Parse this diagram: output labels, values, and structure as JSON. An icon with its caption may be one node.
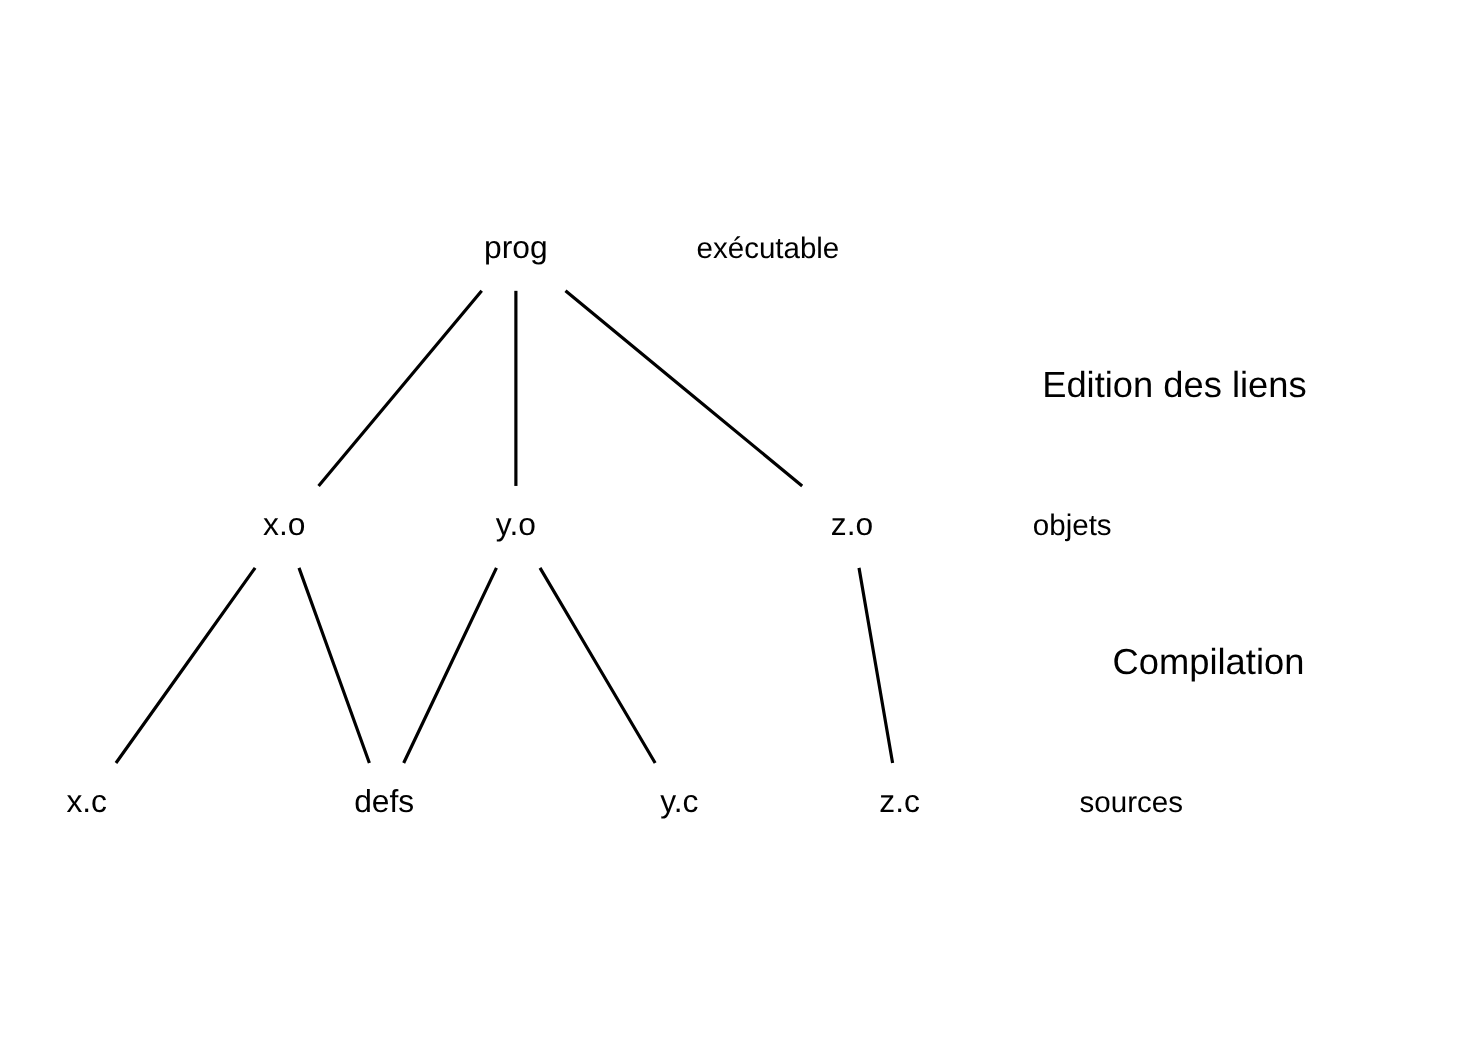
{
  "diagram": {
    "nodes": [
      {
        "text": [
          "prog"
        ]
      },
      {
        "text": [
          "x.o"
        ]
      },
      {
        "text": [
          "y.o"
        ]
      },
      {
        "text": [
          "z.o"
        ]
      },
      {
        "text": [
          "x.c"
        ]
      },
      {
        "text": [
          "defs"
        ]
      },
      {
        "text": [
          "y.c"
        ]
      },
      {
        "text": [
          "z.c"
        ]
      }
    ],
    "edges": [
      {
        "from": 0,
        "to": 1,
        "arrow": "none"
      },
      {
        "from": 0,
        "to": 2,
        "arrow": "none"
      },
      {
        "from": 0,
        "to": 3,
        "arrow": "none"
      },
      {
        "from": 1,
        "to": 4,
        "arrow": "none"
      },
      {
        "from": 1,
        "to": 5,
        "arrow": "none"
      },
      {
        "from": 2,
        "to": 5,
        "arrow": "none"
      },
      {
        "from": 2,
        "to": 6,
        "arrow": "none"
      },
      {
        "from": 3,
        "to": 7,
        "arrow": "none"
      }
    ],
    "labels": [
      "exécutable",
      "Edition des liens",
      "objets",
      "Compilation",
      "sources"
    ]
  }
}
